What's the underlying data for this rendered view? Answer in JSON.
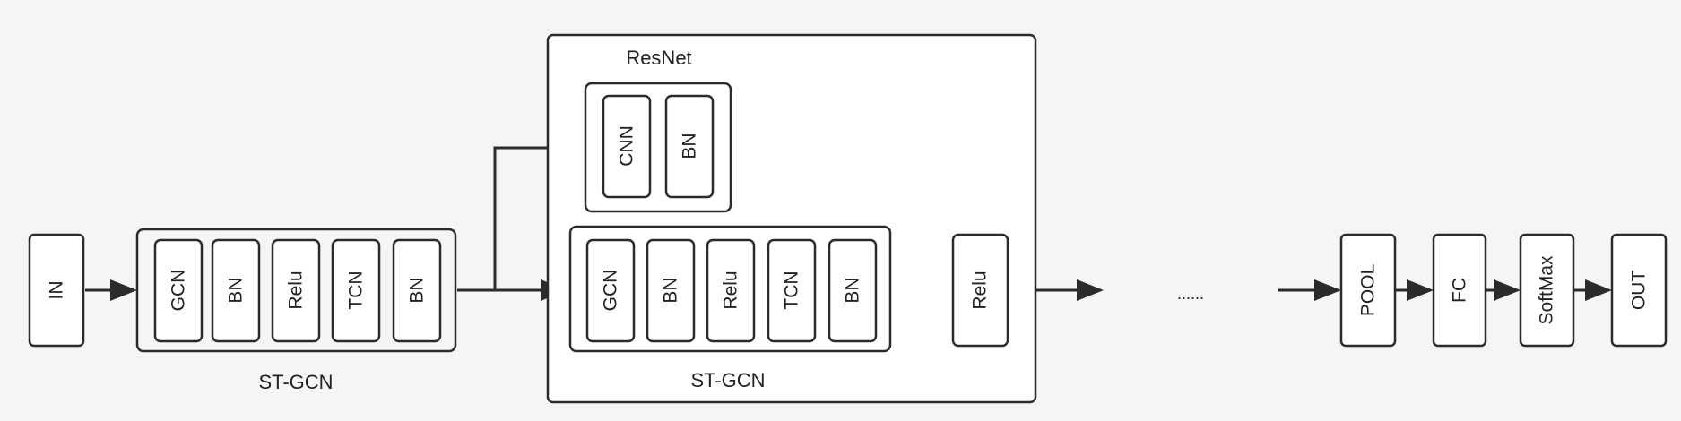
{
  "input": "IN",
  "block1": {
    "caption": "ST-GCN",
    "layers": [
      "GCN",
      "BN",
      "Relu",
      "TCN",
      "BN"
    ]
  },
  "resnet": {
    "title": "ResNet",
    "shortcut_layers": [
      "CNN",
      "BN"
    ],
    "stgcn": {
      "caption": "ST-GCN",
      "layers": [
        "GCN",
        "BN",
        "Relu",
        "TCN",
        "BN"
      ]
    },
    "activation": "Relu"
  },
  "ellipsis": "......",
  "head": [
    "POOL",
    "FC",
    "SoftMax",
    "OUT"
  ]
}
